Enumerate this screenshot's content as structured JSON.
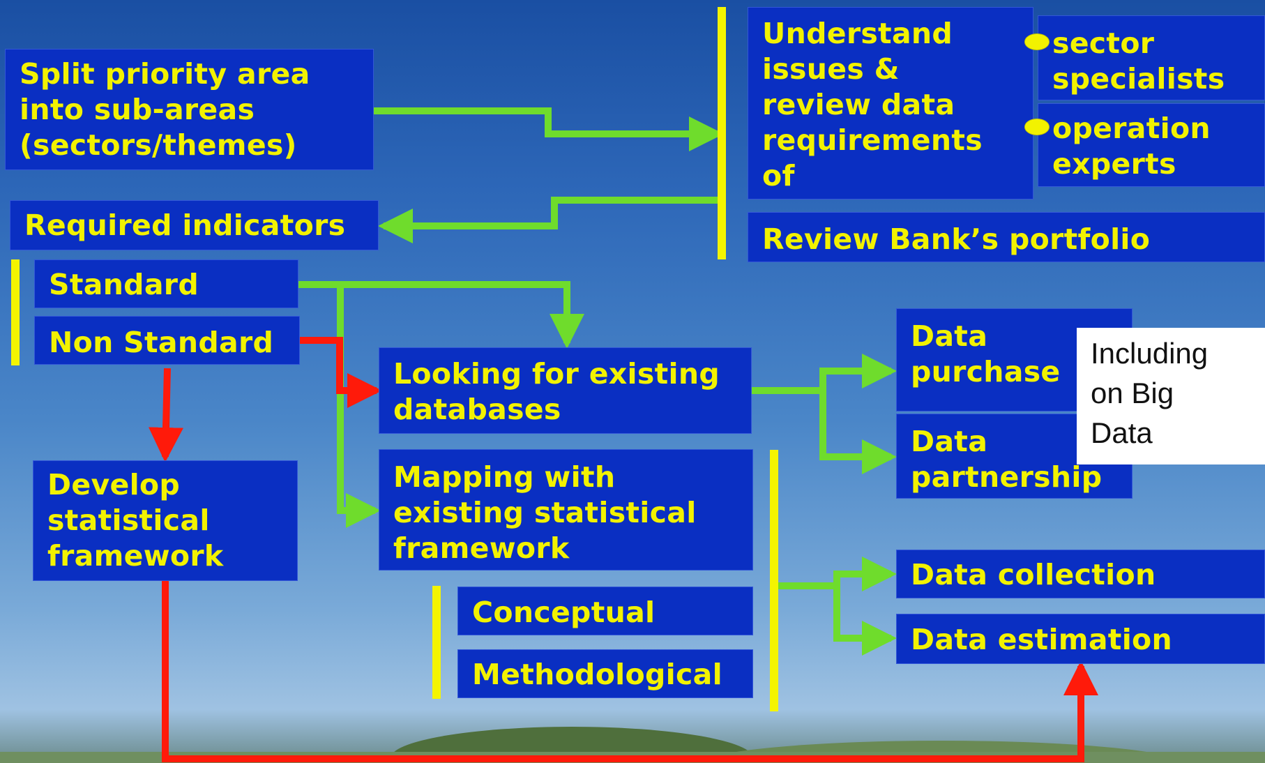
{
  "boxes": {
    "split_priority": "Split priority area\ninto sub-areas\n(sectors/themes)",
    "understand_issues": "Understand\nissues &\nreview data\nrequirements\nof",
    "sector_specialists": "sector\nspecialists",
    "operation_experts": "operation\nexperts",
    "required_indicators": "Required indicators",
    "review_portfolio": "Review Bank’s portfolio",
    "standard": "Standard",
    "non_standard": "Non Standard",
    "develop_framework": "Develop\nstatistical\nframework",
    "looking_databases": "Looking for existing\ndatabases",
    "mapping_framework": "Mapping with\nexisting statistical\nframework",
    "conceptual": "Conceptual",
    "methodological": "Methodological",
    "data_purchase": "Data\npurchase",
    "data_partnership": "Data\npartnership",
    "data_collection": "Data collection",
    "data_estimation": "Data estimation"
  },
  "note": "Including\non Big\nData",
  "colors": {
    "box_fill": "#0a2fc2",
    "box_text": "#f2f200",
    "green_arrow": "#6fdc2c",
    "red_arrow": "#ff1a0a",
    "yellow_bar": "#f4f400"
  }
}
